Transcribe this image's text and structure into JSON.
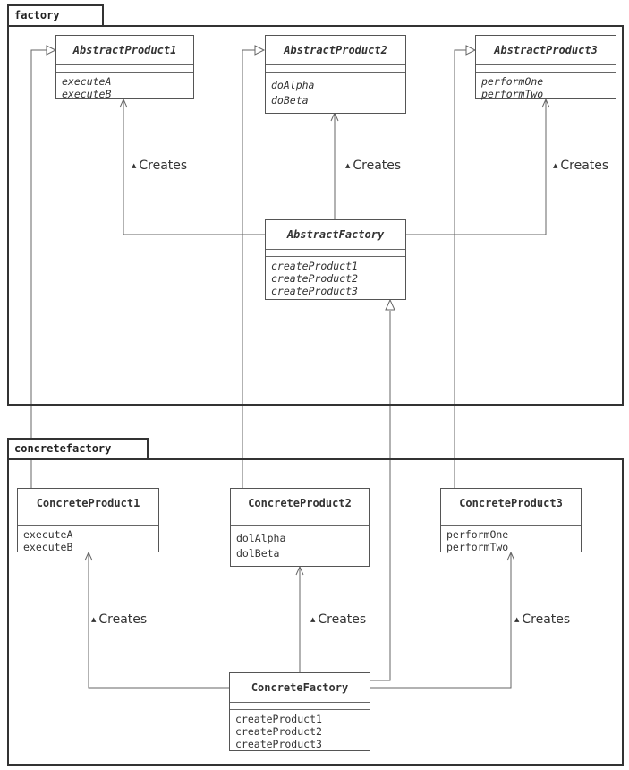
{
  "packages": {
    "factory": "factory",
    "concretefactory": "concretefactory"
  },
  "classes": {
    "abstract_product1": {
      "name": "AbstractProduct1",
      "ops": [
        "executeA",
        "executeB"
      ]
    },
    "abstract_product2": {
      "name": "AbstractProduct2",
      "ops": [
        "doAlpha",
        "doBeta"
      ]
    },
    "abstract_product3": {
      "name": "AbstractProduct3",
      "ops": [
        "performOne",
        "performTwo"
      ]
    },
    "abstract_factory": {
      "name": "AbstractFactory",
      "ops": [
        "createProduct1",
        "createProduct2",
        "createProduct3"
      ]
    },
    "concrete_product1": {
      "name": "ConcreteProduct1",
      "ops": [
        "executeA",
        "executeB"
      ]
    },
    "concrete_product2": {
      "name": "ConcreteProduct2",
      "ops": [
        "dolAlpha",
        "dolBeta"
      ]
    },
    "concrete_product3": {
      "name": "ConcreteProduct3",
      "ops": [
        "performOne",
        "performTwo"
      ]
    },
    "concrete_factory": {
      "name": "ConcreteFactory",
      "ops": [
        "createProduct1",
        "createProduct2",
        "createProduct3"
      ]
    }
  },
  "relations": {
    "creates_label": "Creates",
    "direction_icon": "triangle-up-icon"
  }
}
